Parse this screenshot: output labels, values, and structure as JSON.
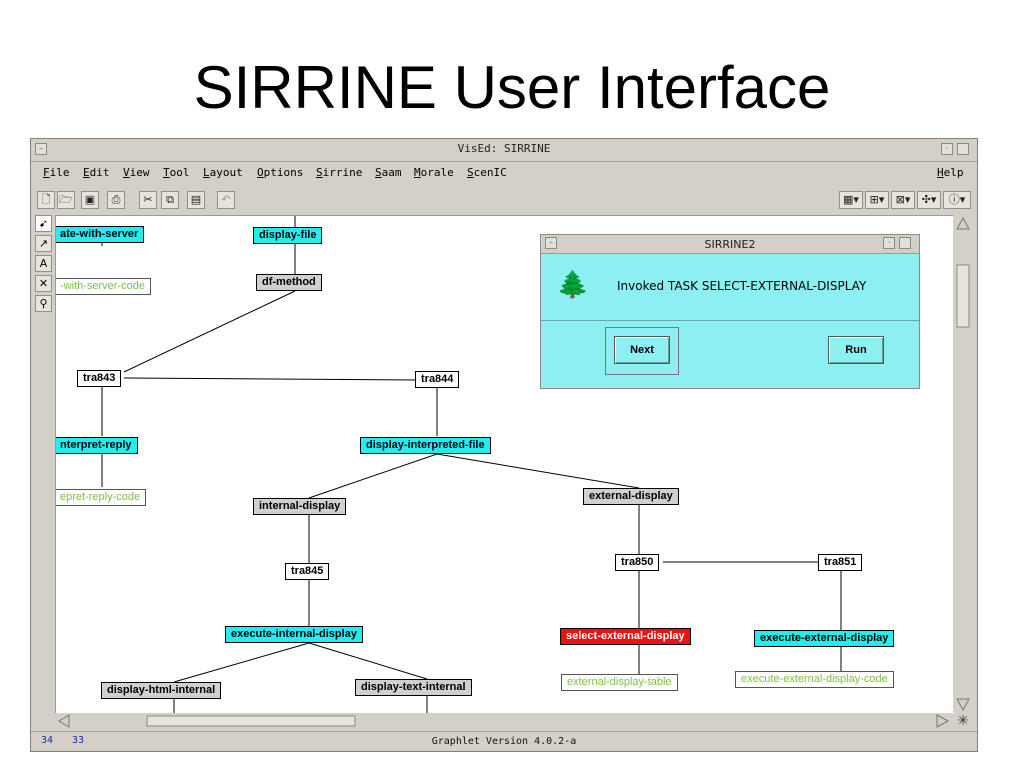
{
  "slide": {
    "title": "SIRRINE User Interface"
  },
  "window": {
    "title": "VisEd: SIRRINE",
    "menu": [
      {
        "pre": "",
        "key": "F",
        "post": "ile"
      },
      {
        "pre": "",
        "key": "E",
        "post": "dit"
      },
      {
        "pre": "",
        "key": "V",
        "post": "iew"
      },
      {
        "pre": "",
        "key": "T",
        "post": "ool"
      },
      {
        "pre": "",
        "key": "L",
        "post": "ayout"
      },
      {
        "pre": "",
        "key": "O",
        "post": "ptions"
      },
      {
        "pre": "",
        "key": "S",
        "post": "irrine"
      },
      {
        "pre": "",
        "key": "S",
        "post": "aam"
      },
      {
        "pre": "",
        "key": "M",
        "post": "orale"
      },
      {
        "pre": "",
        "key": "S",
        "post": "cenIC"
      }
    ],
    "help": {
      "pre": "",
      "key": "H",
      "post": "elp"
    },
    "status": {
      "cell1": "34",
      "cell2": "33",
      "text": "Graphlet Version 4.0.2-a"
    }
  },
  "graph": {
    "nodes": {
      "n1": "ate-with-server",
      "n2": "-with-server-code",
      "n3": "display-file",
      "n4": "df-method",
      "n5": "tra843",
      "n6": "tra844",
      "n7": "nterpret-reply",
      "n8": "epret-reply-code",
      "n9": "display-interpreted-file",
      "n10": "internal-display",
      "n11": "external-display",
      "n12": "tra845",
      "n13": "tra850",
      "n14": "tra851",
      "n15": "execute-internal-display",
      "n16": "select-external-display",
      "n17": "execute-external-display",
      "n18": "display-html-internal",
      "n19": "display-text-internal",
      "n20": "external-display-table",
      "n21": "execute-external-display-code"
    }
  },
  "dialog": {
    "title": "SIRRINE2",
    "message": "Invoked TASK SELECT-EXTERNAL-DISPLAY",
    "next_label": "Next",
    "run_label": "Run"
  }
}
